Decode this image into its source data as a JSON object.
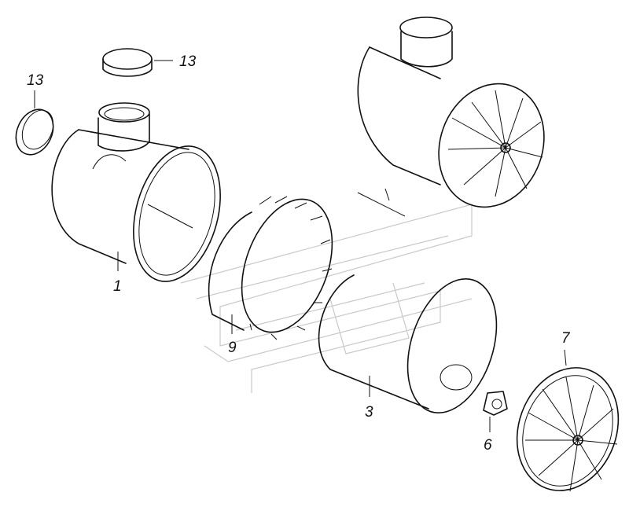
{
  "labels": {
    "housing": "1",
    "element_outer": "3",
    "nut": "6",
    "cover": "7",
    "precleaner": "9",
    "cap_top": "13",
    "seal_ring": "13"
  },
  "colors": {
    "line": "#111111",
    "watermark": "#c9c9c9",
    "background": "#ffffff"
  }
}
